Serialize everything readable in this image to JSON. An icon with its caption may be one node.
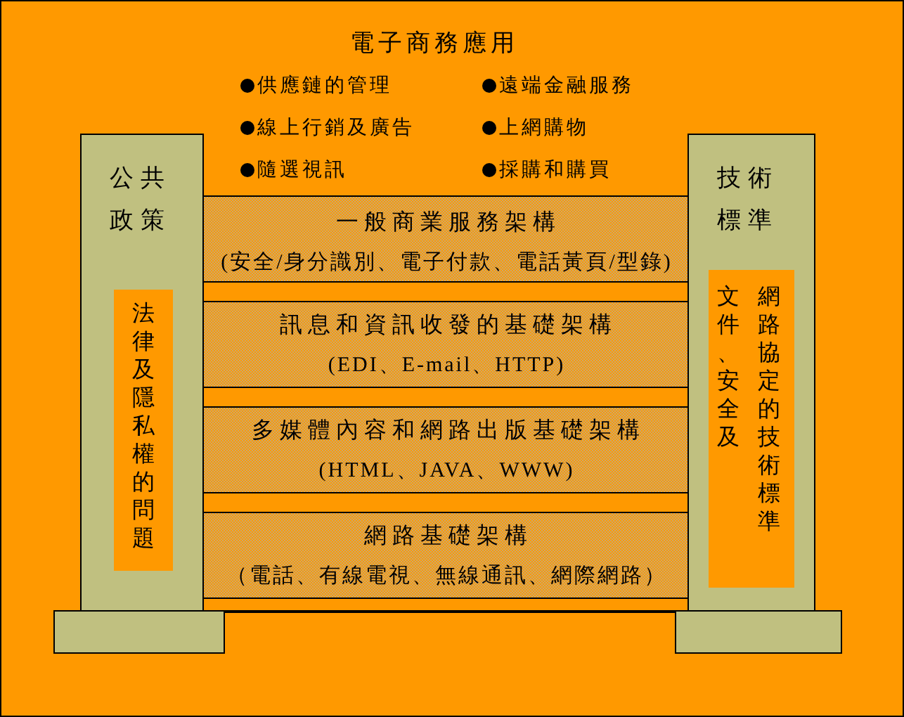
{
  "diagram": {
    "nodes": [
      {
        "text": [
          "公共政策"
        ]
      },
      {
        "text": [
          "法律及隱私權的問題"
        ],
        "in": 0
      },
      {
        "text": [
          "技術標準"
        ]
      },
      {
        "text": [
          "文件、安全及",
          "網路協定的技術標準"
        ],
        "in": 2
      },
      {
        "text": [
          "一般商業服務架構",
          "(安全/身分識別、電子付款、電話黃頁/型錄)"
        ]
      },
      {
        "text": [
          "訊息和資訊收發的基礎架構",
          "(EDI、E-mail、HTTP)"
        ]
      },
      {
        "text": [
          "多媒體內容和網路出版基礎架構",
          "(HTML、JAVA、WWW)"
        ]
      },
      {
        "text": [
          "網路基礎架構",
          "（電話、有線電視、無線通訊、網際網路）"
        ]
      },
      {
        "text": [],
        "shape": "box"
      },
      {
        "text": [],
        "shape": "box"
      }
    ],
    "labels": [
      "電子商務應用",
      "供應鏈的管理",
      "遠端金融服務",
      "線上行銷及廣告",
      "上網購物",
      "隨選視訊",
      "採購和購買"
    ]
  }
}
